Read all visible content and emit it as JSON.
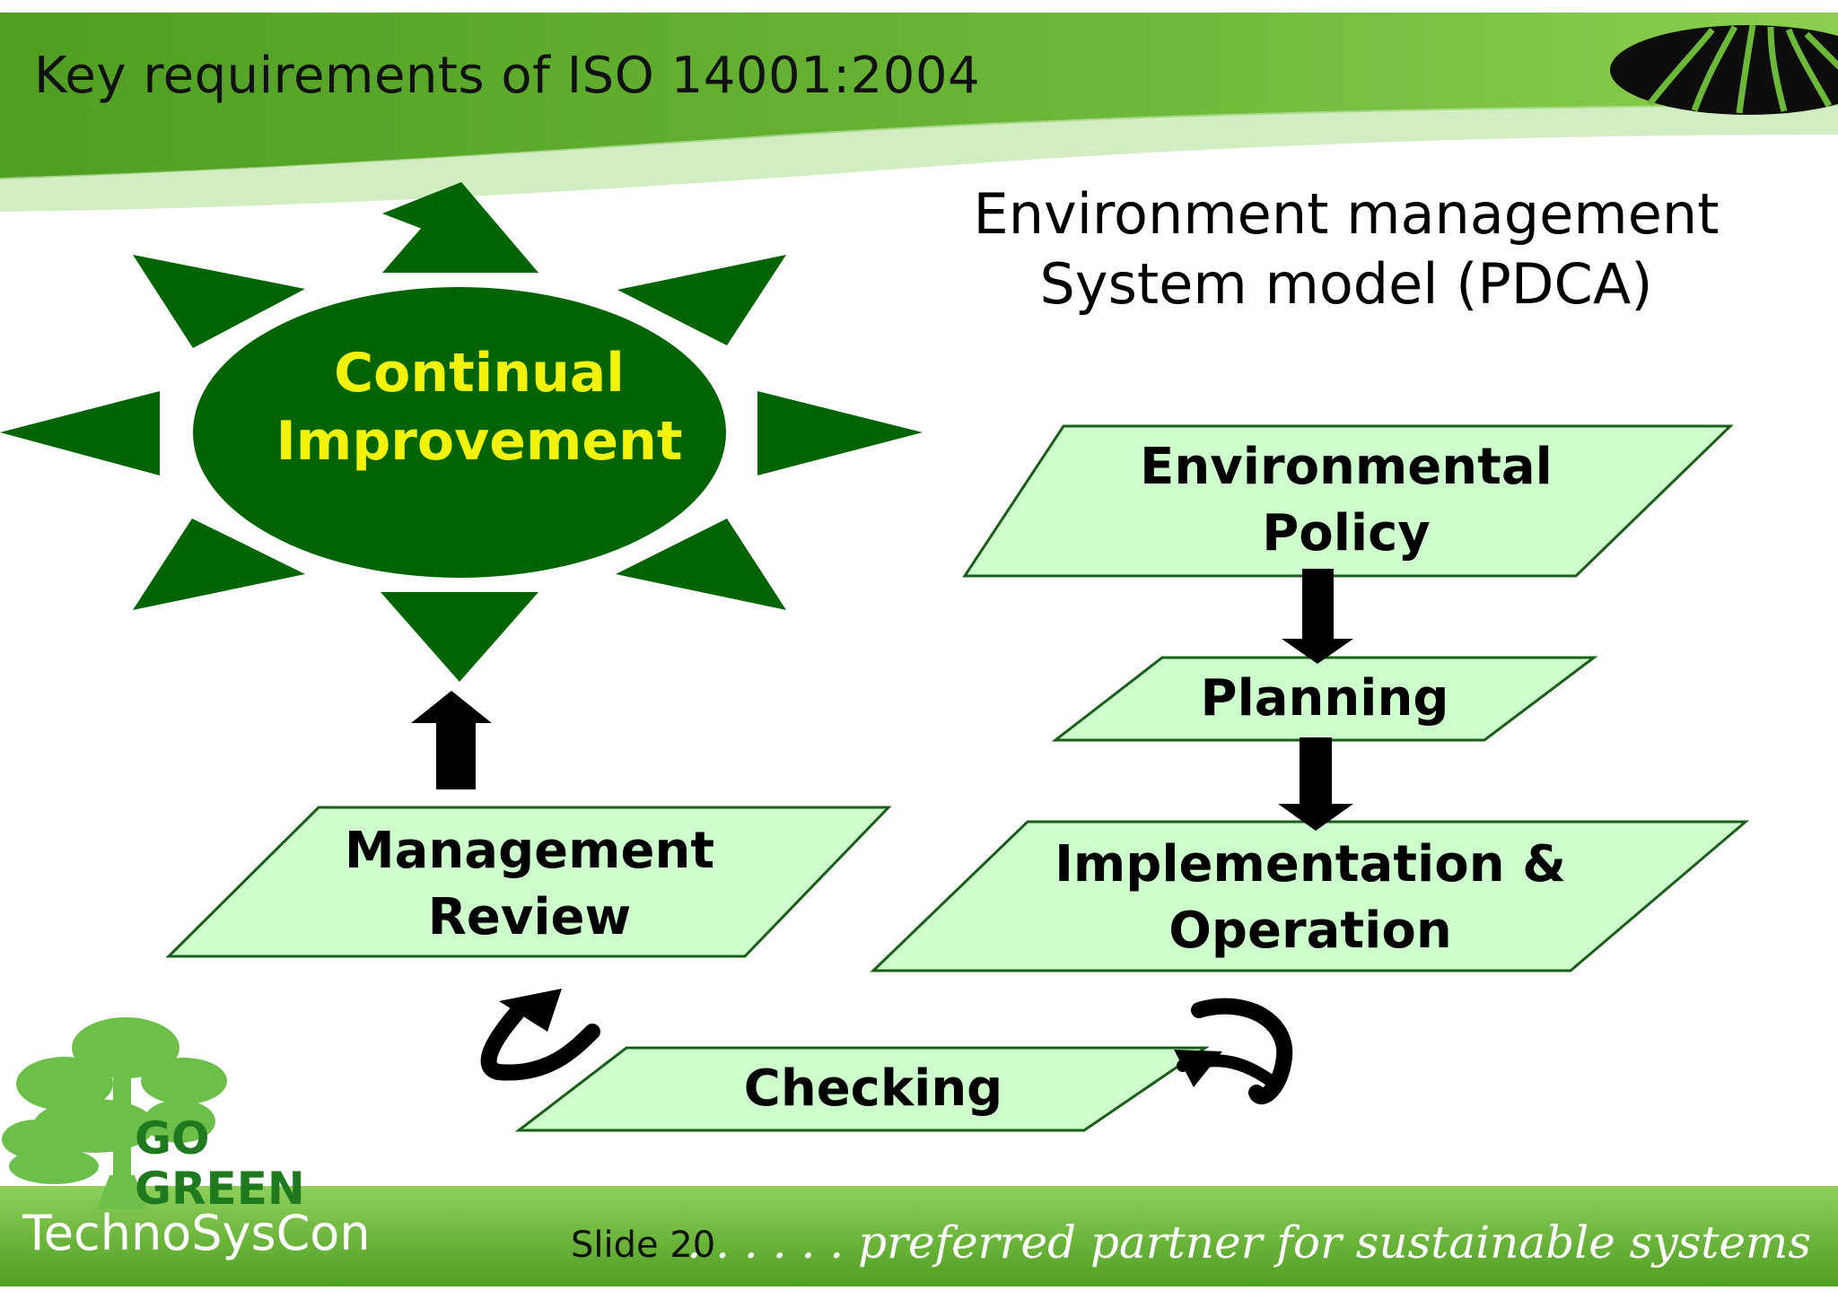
{
  "slide": {
    "title": "Key requirements of ISO 14001:2004",
    "subtitle_line1": "Environment management",
    "subtitle_line2": "System model (PDCA)"
  },
  "diagram": {
    "center": {
      "line1": "Continual",
      "line2": "Improvement"
    },
    "boxes": {
      "policy": {
        "line1": "Environmental",
        "line2": "Policy"
      },
      "planning": {
        "line1": "Planning"
      },
      "implementation": {
        "line1": "Implementation &",
        "line2": "Operation"
      },
      "checking": {
        "line1": "Checking"
      },
      "review": {
        "line1": "Management",
        "line2": "Review"
      }
    }
  },
  "footer": {
    "brand_go": "GO",
    "brand_green": "GREEN",
    "brand_name": "TechnoSysCon",
    "slide_number": "Slide 20",
    "tagline": ". . . . . . preferred partner for sustainable systems"
  },
  "colors": {
    "header_green": "#5eac2c",
    "footer_green": "#64b032",
    "sun_green": "#006400",
    "box_fill": "#ccffcc",
    "box_stroke": "#1a5e1a",
    "highlight_yellow": "#f2f20a"
  },
  "icons": [
    "company-logo-icon",
    "tree-logo-icon",
    "arrow-down-icon",
    "arrow-up-icon",
    "curved-arrow-icon"
  ]
}
